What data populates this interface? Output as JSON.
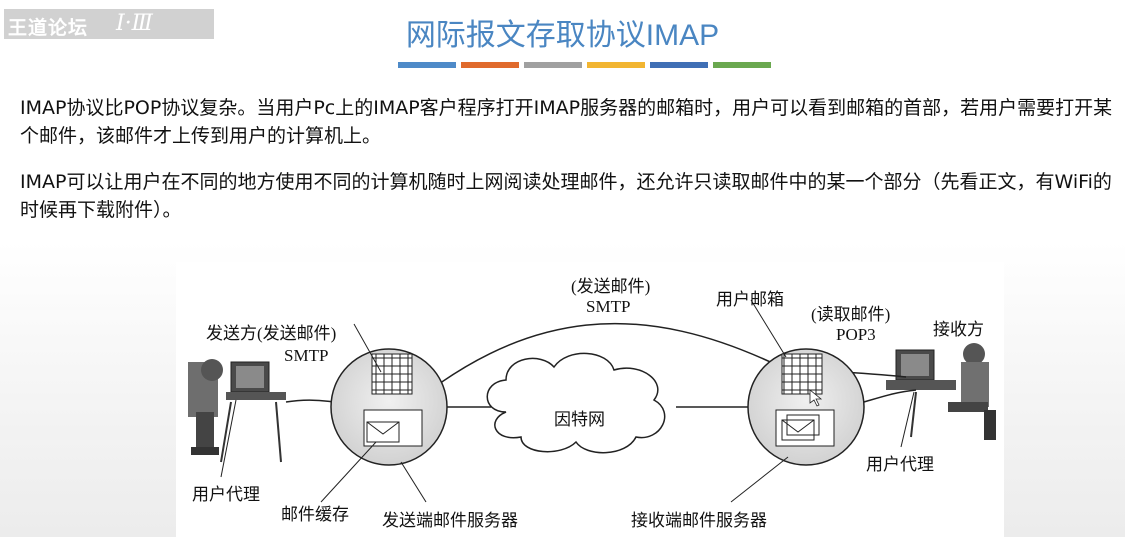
{
  "watermark": {
    "text": "王道论坛",
    "mark": "Ⅰ·Ⅲ"
  },
  "title": "网际报文存取协议IMAP",
  "divider_colors": [
    "#4e8ac8",
    "#e06a2c",
    "#a0a0a0",
    "#f2b531",
    "#3f6fb5",
    "#6aa84f"
  ],
  "paragraphs": [
    "IMAP协议比POP协议复杂。当用户Pc上的IMAP客户程序打开IMAP服务器的邮箱时，用户可以看到邮箱的首部，若用户需要打开某个邮件，该邮件才上传到用户的计算机上。",
    "IMAP可以让用户在不同的地方使用不同的计算机随时上网阅读处理邮件，还允许只读取邮件中的某一个部分（先看正文，有WiFi的时候再下载附件）。"
  ],
  "diagram": {
    "sender_label": "发送方(发送邮件)",
    "sender_protocol": "SMTP",
    "send_mail_label": "(发送邮件)",
    "smtp_label": "SMTP",
    "mailbox_label": "用户邮箱",
    "read_mail_label": "(读取邮件)",
    "pop3_label": "POP3",
    "receiver_label": "接收方",
    "internet_label": "因特网",
    "user_agent_left": "用户代理",
    "mail_cache": "邮件缓存",
    "send_server": "发送端邮件服务器",
    "receive_server": "接收端邮件服务器",
    "user_agent_right": "用户代理"
  }
}
